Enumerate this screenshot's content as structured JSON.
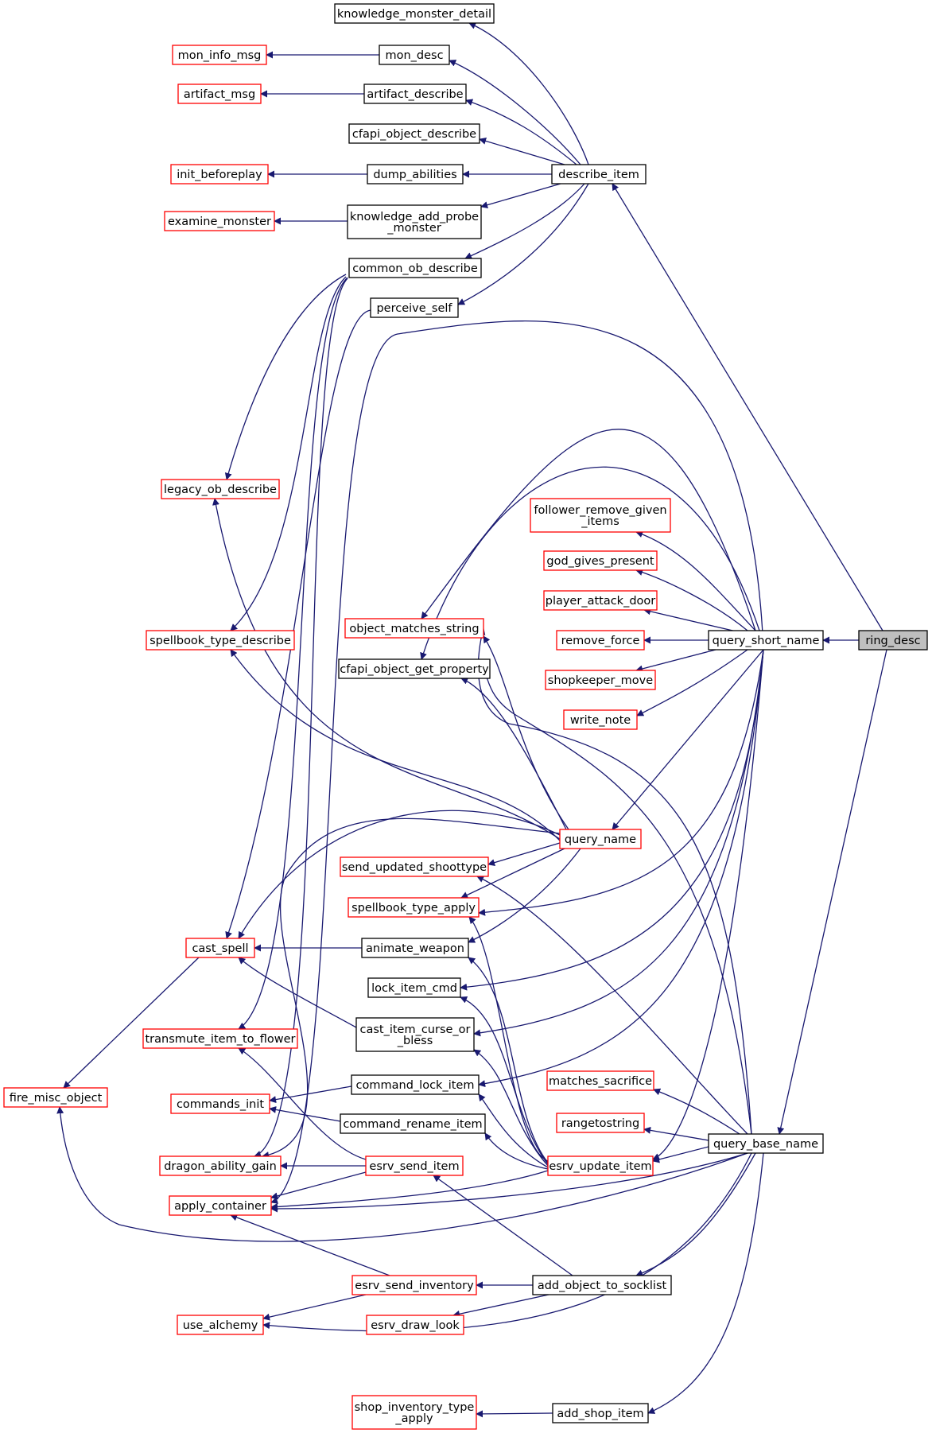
{
  "colors": {
    "edge": "#191970",
    "border_linked": "#000000",
    "border_external": "#ff0000",
    "focus_fill": "#bfbfbf",
    "node_fill": "#ffffff"
  },
  "graph": {
    "focus": "ring_desc",
    "nodes": [
      {
        "id": "knowledge_monster_detail",
        "lines": [
          "knowledge_monster_detail"
        ],
        "style": "black"
      },
      {
        "id": "mon_desc",
        "lines": [
          "mon_desc"
        ],
        "style": "black"
      },
      {
        "id": "mon_info_msg",
        "lines": [
          "mon_info_msg"
        ],
        "style": "red"
      },
      {
        "id": "artifact_describe",
        "lines": [
          "artifact_describe"
        ],
        "style": "black"
      },
      {
        "id": "artifact_msg",
        "lines": [
          "artifact_msg"
        ],
        "style": "red"
      },
      {
        "id": "cfapi_object_describe",
        "lines": [
          "cfapi_object_describe"
        ],
        "style": "black"
      },
      {
        "id": "describe_item",
        "lines": [
          "describe_item"
        ],
        "style": "black"
      },
      {
        "id": "dump_abilities",
        "lines": [
          "dump_abilities"
        ],
        "style": "black"
      },
      {
        "id": "init_beforeplay",
        "lines": [
          "init_beforeplay"
        ],
        "style": "red"
      },
      {
        "id": "knowledge_add_probe_monster",
        "lines": [
          "knowledge_add_probe",
          "_monster"
        ],
        "style": "black"
      },
      {
        "id": "examine_monster",
        "lines": [
          "examine_monster"
        ],
        "style": "red"
      },
      {
        "id": "common_ob_describe",
        "lines": [
          "common_ob_describe"
        ],
        "style": "black"
      },
      {
        "id": "perceive_self",
        "lines": [
          "perceive_self"
        ],
        "style": "black"
      },
      {
        "id": "legacy_ob_describe",
        "lines": [
          "legacy_ob_describe"
        ],
        "style": "red"
      },
      {
        "id": "follower_remove_given_items",
        "lines": [
          "follower_remove_given",
          "_items"
        ],
        "style": "red"
      },
      {
        "id": "god_gives_present",
        "lines": [
          "god_gives_present"
        ],
        "style": "red"
      },
      {
        "id": "player_attack_door",
        "lines": [
          "player_attack_door"
        ],
        "style": "red"
      },
      {
        "id": "remove_force",
        "lines": [
          "remove_force"
        ],
        "style": "red"
      },
      {
        "id": "shopkeeper_move",
        "lines": [
          "shopkeeper_move"
        ],
        "style": "red"
      },
      {
        "id": "write_note",
        "lines": [
          "write_note"
        ],
        "style": "red"
      },
      {
        "id": "query_short_name",
        "lines": [
          "query_short_name"
        ],
        "style": "black"
      },
      {
        "id": "ring_desc",
        "lines": [
          "ring_desc"
        ],
        "style": "focus"
      },
      {
        "id": "object_matches_string",
        "lines": [
          "object_matches_string"
        ],
        "style": "red"
      },
      {
        "id": "spellbook_type_describe",
        "lines": [
          "spellbook_type_describe"
        ],
        "style": "red"
      },
      {
        "id": "cfapi_object_get_property",
        "lines": [
          "cfapi_object_get_property"
        ],
        "style": "black"
      },
      {
        "id": "query_name",
        "lines": [
          "query_name"
        ],
        "style": "red"
      },
      {
        "id": "send_updated_shoottype",
        "lines": [
          "send_updated_shoottype"
        ],
        "style": "red"
      },
      {
        "id": "spellbook_type_apply",
        "lines": [
          "spellbook_type_apply"
        ],
        "style": "red"
      },
      {
        "id": "cast_spell",
        "lines": [
          "cast_spell"
        ],
        "style": "red"
      },
      {
        "id": "animate_weapon",
        "lines": [
          "animate_weapon"
        ],
        "style": "black"
      },
      {
        "id": "lock_item_cmd",
        "lines": [
          "lock_item_cmd"
        ],
        "style": "black"
      },
      {
        "id": "transmute_item_to_flower",
        "lines": [
          "transmute_item_to_flower"
        ],
        "style": "red"
      },
      {
        "id": "cast_item_curse_or_bless",
        "lines": [
          "cast_item_curse_or",
          "_bless"
        ],
        "style": "black"
      },
      {
        "id": "fire_misc_object",
        "lines": [
          "fire_misc_object"
        ],
        "style": "red"
      },
      {
        "id": "command_lock_item",
        "lines": [
          "command_lock_item"
        ],
        "style": "black"
      },
      {
        "id": "matches_sacrifice",
        "lines": [
          "matches_sacrifice"
        ],
        "style": "red"
      },
      {
        "id": "commands_init",
        "lines": [
          "commands_init"
        ],
        "style": "red"
      },
      {
        "id": "command_rename_item",
        "lines": [
          "command_rename_item"
        ],
        "style": "black"
      },
      {
        "id": "rangetostring",
        "lines": [
          "rangetostring"
        ],
        "style": "red"
      },
      {
        "id": "query_base_name",
        "lines": [
          "query_base_name"
        ],
        "style": "black"
      },
      {
        "id": "dragon_ability_gain",
        "lines": [
          "dragon_ability_gain"
        ],
        "style": "red"
      },
      {
        "id": "esrv_send_item",
        "lines": [
          "esrv_send_item"
        ],
        "style": "red"
      },
      {
        "id": "esrv_update_item",
        "lines": [
          "esrv_update_item"
        ],
        "style": "red"
      },
      {
        "id": "apply_container",
        "lines": [
          "apply_container"
        ],
        "style": "red"
      },
      {
        "id": "esrv_send_inventory",
        "lines": [
          "esrv_send_inventory"
        ],
        "style": "red"
      },
      {
        "id": "add_object_to_socklist",
        "lines": [
          "add_object_to_socklist"
        ],
        "style": "black"
      },
      {
        "id": "use_alchemy",
        "lines": [
          "use_alchemy"
        ],
        "style": "red"
      },
      {
        "id": "esrv_draw_look",
        "lines": [
          "esrv_draw_look"
        ],
        "style": "red"
      },
      {
        "id": "shop_inventory_type_apply",
        "lines": [
          "shop_inventory_type",
          "_apply"
        ],
        "style": "red"
      },
      {
        "id": "add_shop_item",
        "lines": [
          "add_shop_item"
        ],
        "style": "black"
      }
    ],
    "edges": [
      {
        "from": "describe_item",
        "to": "knowledge_monster_detail"
      },
      {
        "from": "describe_item",
        "to": "mon_desc"
      },
      {
        "from": "mon_desc",
        "to": "mon_info_msg"
      },
      {
        "from": "describe_item",
        "to": "artifact_describe"
      },
      {
        "from": "artifact_describe",
        "to": "artifact_msg"
      },
      {
        "from": "describe_item",
        "to": "cfapi_object_describe"
      },
      {
        "from": "describe_item",
        "to": "dump_abilities"
      },
      {
        "from": "dump_abilities",
        "to": "init_beforeplay"
      },
      {
        "from": "describe_item",
        "to": "knowledge_add_probe_monster"
      },
      {
        "from": "knowledge_add_probe_monster",
        "to": "examine_monster"
      },
      {
        "from": "describe_item",
        "to": "common_ob_describe"
      },
      {
        "from": "describe_item",
        "to": "perceive_self"
      },
      {
        "from": "common_ob_describe",
        "to": "legacy_ob_describe"
      },
      {
        "from": "common_ob_describe",
        "to": "spellbook_type_describe"
      },
      {
        "from": "common_ob_describe",
        "to": "transmute_item_to_flower"
      },
      {
        "from": "common_ob_describe",
        "to": "dragon_ability_gain"
      },
      {
        "from": "perceive_self",
        "to": "cast_spell"
      },
      {
        "from": "ring_desc",
        "to": "describe_item"
      },
      {
        "from": "ring_desc",
        "to": "query_short_name"
      },
      {
        "from": "ring_desc",
        "to": "query_base_name"
      },
      {
        "from": "query_short_name",
        "to": "follower_remove_given_items"
      },
      {
        "from": "query_short_name",
        "to": "god_gives_present"
      },
      {
        "from": "query_short_name",
        "to": "player_attack_door"
      },
      {
        "from": "query_short_name",
        "to": "remove_force"
      },
      {
        "from": "query_short_name",
        "to": "shopkeeper_move"
      },
      {
        "from": "query_short_name",
        "to": "write_note"
      },
      {
        "from": "query_short_name",
        "to": "object_matches_string"
      },
      {
        "from": "query_short_name",
        "to": "cfapi_object_get_property"
      },
      {
        "from": "query_short_name",
        "to": "query_name"
      },
      {
        "from": "query_short_name",
        "to": "spellbook_type_apply"
      },
      {
        "from": "query_short_name",
        "to": "lock_item_cmd"
      },
      {
        "from": "query_short_name",
        "to": "cast_item_curse_or_bless"
      },
      {
        "from": "query_short_name",
        "to": "command_lock_item"
      },
      {
        "from": "query_short_name",
        "to": "esrv_update_item"
      },
      {
        "from": "query_short_name",
        "to": "apply_container"
      },
      {
        "from": "query_name",
        "to": "legacy_ob_describe"
      },
      {
        "from": "query_name",
        "to": "spellbook_type_describe"
      },
      {
        "from": "query_name",
        "to": "object_matches_string"
      },
      {
        "from": "query_name",
        "to": "cfapi_object_get_property"
      },
      {
        "from": "query_name",
        "to": "send_updated_shoottype"
      },
      {
        "from": "query_name",
        "to": "spellbook_type_apply"
      },
      {
        "from": "query_name",
        "to": "animate_weapon"
      },
      {
        "from": "query_name",
        "to": "cast_spell"
      },
      {
        "from": "query_name",
        "to": "dragon_ability_gain"
      },
      {
        "from": "animate_weapon",
        "to": "cast_spell"
      },
      {
        "from": "cast_item_curse_or_bless",
        "to": "cast_spell"
      },
      {
        "from": "cast_spell",
        "to": "fire_misc_object"
      },
      {
        "from": "command_lock_item",
        "to": "commands_init"
      },
      {
        "from": "command_rename_item",
        "to": "commands_init"
      },
      {
        "from": "query_base_name",
        "to": "matches_sacrifice"
      },
      {
        "from": "query_base_name",
        "to": "rangetostring"
      },
      {
        "from": "query_base_name",
        "to": "esrv_update_item"
      },
      {
        "from": "query_base_name",
        "to": "object_matches_string"
      },
      {
        "from": "query_base_name",
        "to": "cfapi_object_get_property"
      },
      {
        "from": "query_base_name",
        "to": "send_updated_shoottype"
      },
      {
        "from": "query_base_name",
        "to": "add_object_to_socklist"
      },
      {
        "from": "query_base_name",
        "to": "add_shop_item"
      },
      {
        "from": "query_base_name",
        "to": "fire_misc_object"
      },
      {
        "from": "query_base_name",
        "to": "apply_container"
      },
      {
        "from": "query_base_name",
        "to": "use_alchemy"
      },
      {
        "from": "esrv_update_item",
        "to": "spellbook_type_apply"
      },
      {
        "from": "esrv_update_item",
        "to": "animate_weapon"
      },
      {
        "from": "esrv_update_item",
        "to": "lock_item_cmd"
      },
      {
        "from": "esrv_update_item",
        "to": "cast_item_curse_or_bless"
      },
      {
        "from": "esrv_update_item",
        "to": "command_lock_item"
      },
      {
        "from": "esrv_update_item",
        "to": "command_rename_item"
      },
      {
        "from": "esrv_update_item",
        "to": "apply_container"
      },
      {
        "from": "esrv_send_item",
        "to": "dragon_ability_gain"
      },
      {
        "from": "esrv_send_item",
        "to": "apply_container"
      },
      {
        "from": "esrv_send_item",
        "to": "transmute_item_to_flower"
      },
      {
        "from": "add_object_to_socklist",
        "to": "esrv_send_item"
      },
      {
        "from": "add_object_to_socklist",
        "to": "esrv_send_inventory"
      },
      {
        "from": "add_object_to_socklist",
        "to": "esrv_draw_look"
      },
      {
        "from": "esrv_send_inventory",
        "to": "apply_container"
      },
      {
        "from": "esrv_send_inventory",
        "to": "use_alchemy"
      },
      {
        "from": "add_shop_item",
        "to": "shop_inventory_type_apply"
      }
    ]
  }
}
